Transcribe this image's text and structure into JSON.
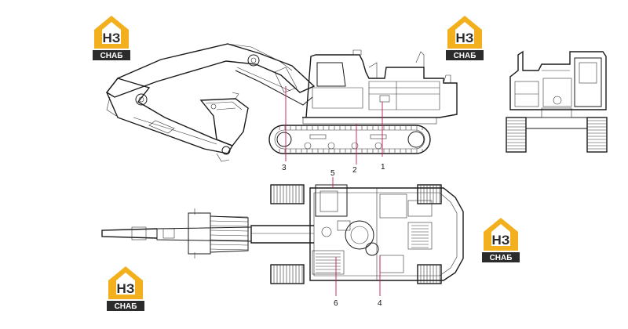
{
  "logo": {
    "letters": "НЗ",
    "word": "СНАБ",
    "colors": {
      "gold": "#f2b01e",
      "dark": "#2b2b2b"
    }
  },
  "callouts": [
    {
      "id": "1",
      "label": "1"
    },
    {
      "id": "2",
      "label": "2"
    },
    {
      "id": "3",
      "label": "3"
    },
    {
      "id": "4",
      "label": "4"
    },
    {
      "id": "5",
      "label": "5"
    },
    {
      "id": "6",
      "label": "6"
    }
  ],
  "colors": {
    "leader": "#c2185b",
    "line": "#1a1a1a"
  }
}
